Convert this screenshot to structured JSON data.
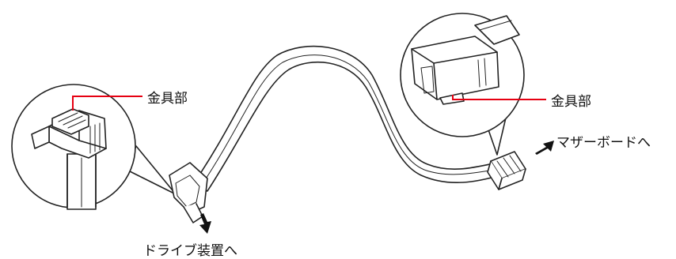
{
  "labels": {
    "left_metal_part": "金具部",
    "right_metal_part": "金具部",
    "to_motherboard": "マザーボードへ",
    "to_drive": "ドライブ装置へ"
  },
  "colors": {
    "leader_line": "#e60012",
    "outline": "#222222",
    "fill": "#ffffff"
  }
}
